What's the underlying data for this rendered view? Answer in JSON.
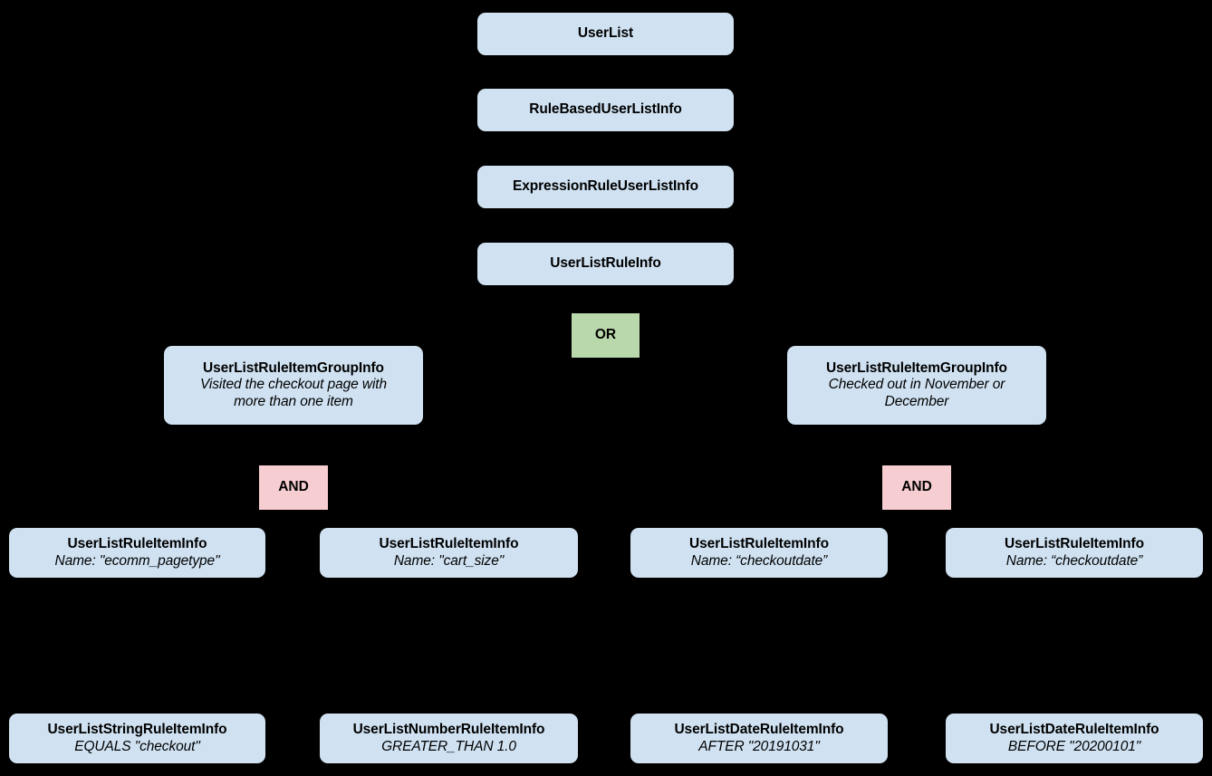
{
  "diagram": {
    "type": "hierarchy-tree",
    "background_color": "#000000",
    "node_color": "#d0e2f2",
    "or_color": "#b9d8ab",
    "and_color": "#f6cdd0",
    "nodes": [
      {
        "id": "userlist",
        "title": "UserList",
        "subtitle": ""
      },
      {
        "id": "rulebased",
        "title": "RuleBasedUserListInfo",
        "subtitle": ""
      },
      {
        "id": "expression",
        "title": "ExpressionRuleUserListInfo",
        "subtitle": ""
      },
      {
        "id": "ruleinfo",
        "title": "UserListRuleInfo",
        "subtitle": ""
      },
      {
        "id": "or",
        "title": "OR",
        "subtitle": ""
      },
      {
        "id": "group-left",
        "title": "UserListRuleItemGroupInfo",
        "subtitle": "Visited the checkout page with\nmore than one item"
      },
      {
        "id": "group-right",
        "title": "UserListRuleItemGroupInfo",
        "subtitle": "Checked out in November or\nDecember"
      },
      {
        "id": "and-left",
        "title": "AND",
        "subtitle": ""
      },
      {
        "id": "and-right",
        "title": "AND",
        "subtitle": ""
      },
      {
        "id": "item-1",
        "title": "UserListRuleItemInfo",
        "subtitle": "Name: \"ecomm_pagetype\""
      },
      {
        "id": "item-2",
        "title": "UserListRuleItemInfo",
        "subtitle": "Name: \"cart_size\""
      },
      {
        "id": "item-3",
        "title": "UserListRuleItemInfo",
        "subtitle": "Name: “checkoutdate”"
      },
      {
        "id": "item-4",
        "title": "UserListRuleItemInfo",
        "subtitle": "Name: “checkoutdate”"
      },
      {
        "id": "leaf-1",
        "title": "UserListStringRuleItemInfo",
        "subtitle": "EQUALS \"checkout\""
      },
      {
        "id": "leaf-2",
        "title": "UserListNumberRuleItemInfo",
        "subtitle": "GREATER_THAN 1.0"
      },
      {
        "id": "leaf-3",
        "title": "UserListDateRuleItemInfo",
        "subtitle": "AFTER \"20191031\""
      },
      {
        "id": "leaf-4",
        "title": "UserListDateRuleItemInfo",
        "subtitle": "BEFORE \"20200101\""
      }
    ]
  }
}
